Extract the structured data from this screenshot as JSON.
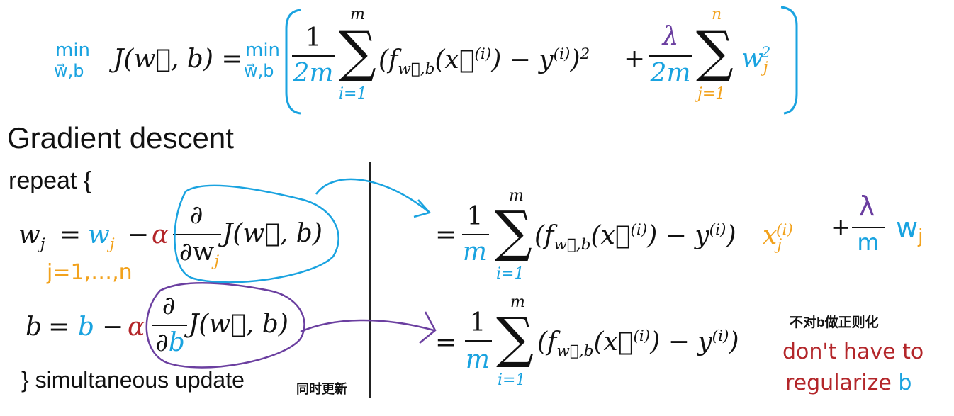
{
  "objective": {
    "min_label": "min",
    "min_sub": "w⃗,b",
    "lhs": "J(w⃗, b) =",
    "min_label_2": "min",
    "min_sub_2": "w⃗,b",
    "frac1_num": "1",
    "frac1_den": "2m",
    "sum1_top": "m",
    "sum1_bottom": "i=1",
    "term1": "(f",
    "term1_sub": "w⃗,b",
    "term1_arg": "(x⃗",
    "term1_sup": "(i)",
    "term1_rest": ") − y",
    "term1_rest_sup": "(i)",
    "term1_close": ")",
    "term1_sq": "2",
    "plus": "+",
    "frac2_num": "λ",
    "frac2_den": "2m",
    "sum2_top": "n",
    "sum2_bottom": "j=1",
    "reg_w": "w",
    "reg_sub": "j",
    "reg_sup": "2"
  },
  "heading": "Gradient descent",
  "repeat": "repeat {",
  "w_update": {
    "lhs": "w",
    "lhs_sub": "j",
    "eq": "=",
    "w": "w",
    "w_sub": "j",
    "minus": "−",
    "alpha": "α",
    "d_num": "∂",
    "d_den": "∂w",
    "d_den_sub": "j",
    "J": "J(w⃗, b)",
    "range": "j=1,…,n"
  },
  "b_update": {
    "lhs": "b",
    "eq": "=",
    "b": "b",
    "minus": "−",
    "alpha": "α",
    "d_num": "∂",
    "d_den": "∂",
    "d_den_b": "b",
    "J": "J(w⃗, b)"
  },
  "closing": "} simultaneous update",
  "closing_cn": "同时更新",
  "w_deriv": {
    "eq": "=",
    "frac_num": "1",
    "frac_den": "m",
    "sum_top": "m",
    "sum_bottom": "i=1",
    "term": "(f",
    "term_sub": "w⃗,b",
    "term_arg": "(x⃗",
    "term_sup": "(i)",
    "term_rest": ") − y",
    "term_rest_sup": "(i)",
    "term_close": ")",
    "x": "x",
    "x_sub": "j",
    "x_sup": "(i)",
    "plus": "+",
    "lam": "λ",
    "lam_den": "m",
    "w": "w",
    "w_sub": "j"
  },
  "b_deriv": {
    "eq": "=",
    "frac_num": "1",
    "frac_den": "m",
    "sum_top": "m",
    "sum_bottom": "i=1",
    "term": "(f",
    "term_sub": "w⃗,b",
    "term_arg": "(x⃗",
    "term_sup": "(i)",
    "term_rest": ") − y",
    "term_rest_sup": "(i)",
    "term_close": ")"
  },
  "note_cn": "不对b做正则化",
  "note_en_1": "don't have to",
  "note_en_2": "regularize",
  "note_en_b": "b",
  "colors": {
    "blue": "#1aa3e0",
    "orange": "#f2a21d",
    "purple": "#6b3fa0",
    "red": "#b3262a"
  }
}
